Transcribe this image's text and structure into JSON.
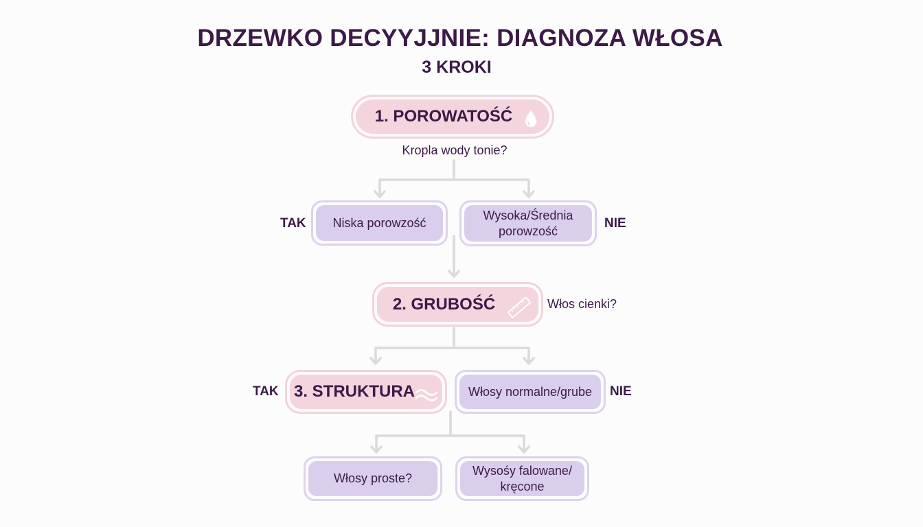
{
  "header": {
    "title": "DRZEWKO DECYYJJNIE: DIAGNOZA WŁOSA",
    "subtitle": "3 KROKI"
  },
  "step1": {
    "label": "1. POROWATOŚĆ",
    "icon": "water-drop-icon",
    "question": "Kropla wody tonie?",
    "yes_label": "TAK",
    "no_label": "NIE",
    "yes_result": "Niska porowzość",
    "no_result_line1": "Wysoka/Średnia",
    "no_result_line2": "porowzość"
  },
  "step2": {
    "label": "2. GRUBOŚĆ",
    "icon": "ruler-icon",
    "question": "Włos cienki?",
    "yes_label": "TAK",
    "no_label": "NIE",
    "no_result": "Włosy normalne/grube"
  },
  "step3": {
    "label": "3. STRUKTURA",
    "icon": "wave-icon",
    "result_left": "Włosy proste?",
    "result_right_line1": "Wysośy falowane/",
    "result_right_line2": "kręcone"
  },
  "colors": {
    "text": "#3b1a47",
    "pill_fill": "#f4d5de",
    "pill_border": "#f1d3db",
    "box_fill": "#d9cfec",
    "box_border": "#ddd3ec",
    "connector": "#dcdcdc"
  }
}
